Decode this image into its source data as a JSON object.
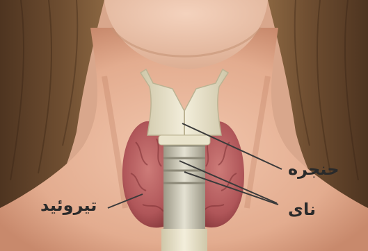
{
  "labels": {
    "larynx": "حنجره",
    "trachea": "نای",
    "thyroid": "تیروئید"
  },
  "colors": {
    "hair": "#6b4a2f",
    "skin": "#e8b79a",
    "skin_shadow": "#c98f72",
    "thyroid": "#b5585a",
    "thyroid_dark": "#8a3a3d",
    "cartilage": "#ece6cf",
    "leader_line": "#3a3a3a",
    "label_text": "#2a2a2a"
  }
}
